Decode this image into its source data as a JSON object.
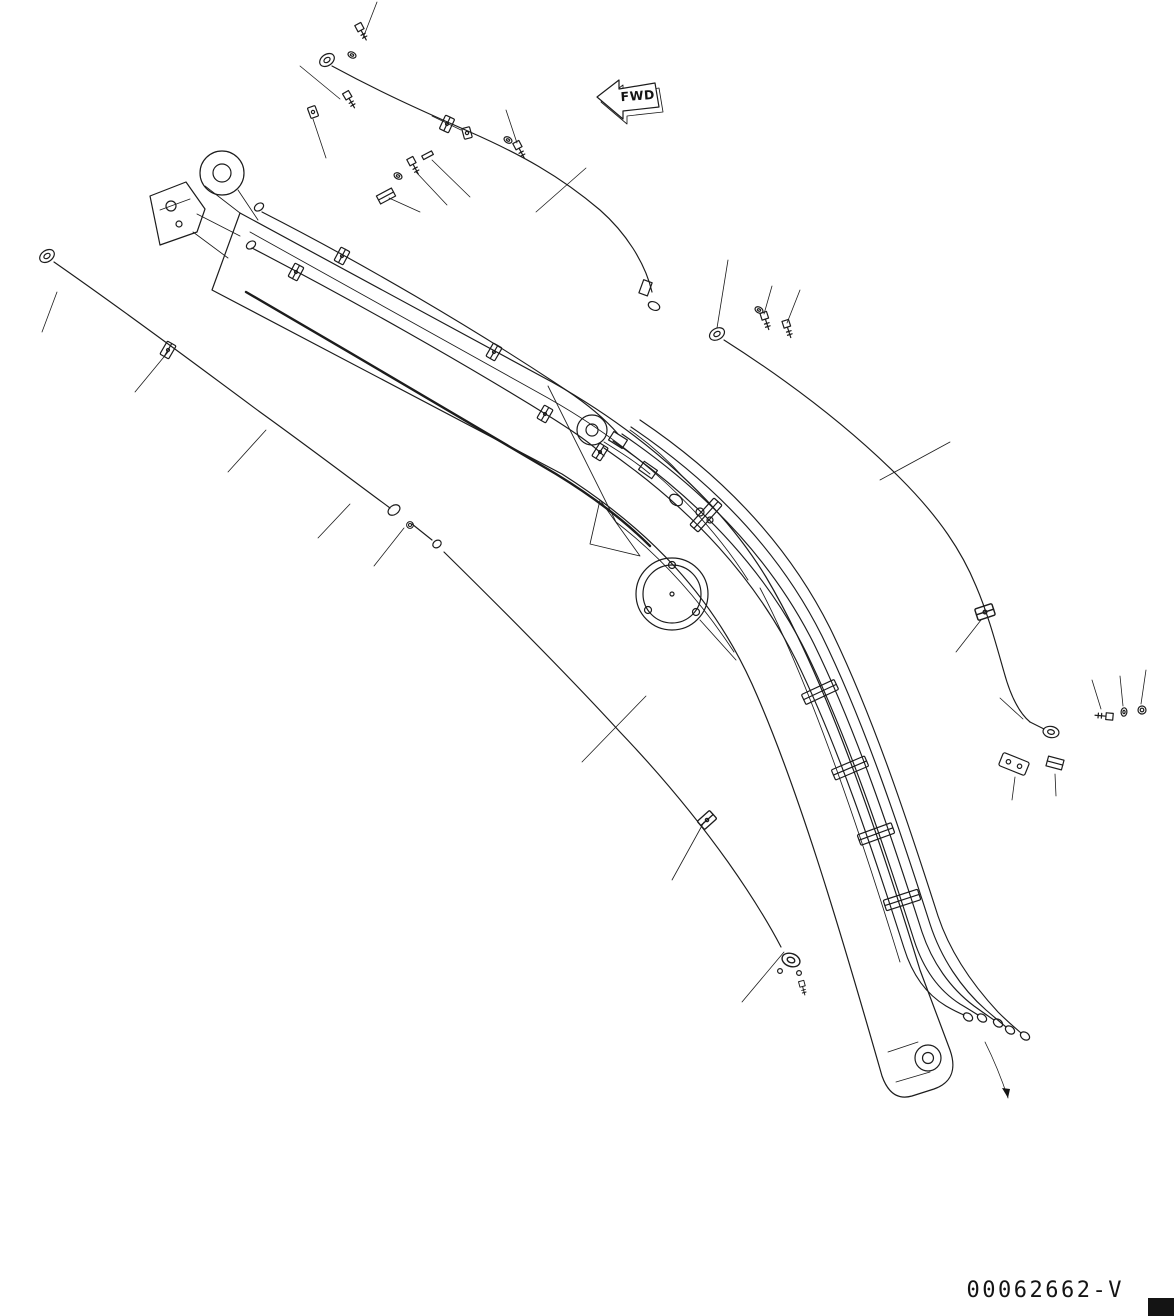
{
  "window": {
    "background": "#ffffff",
    "line_color": "#1c1c1c"
  },
  "fwd_arrow": {
    "label": "FWD"
  },
  "title_block": {
    "drawing_number": "00062662-V"
  },
  "diagram": {
    "kind": "exploded parts line drawing",
    "subject": "excavator boom hydraulic piping with clamps, fittings and hardware",
    "part_groups": [
      "boom-assembly",
      "boom-foot-pin-boss",
      "boom-tip-pin-boss",
      "upper-hydraulic-tube",
      "left-hydraulic-tube",
      "lower-left-hydraulic-tube",
      "right-hydraulic-tube",
      "boom-top-tube-bundle",
      "tube-clamps",
      "flanged-fittings",
      "bolts-washers-nuts",
      "callout-leader-lines"
    ]
  }
}
